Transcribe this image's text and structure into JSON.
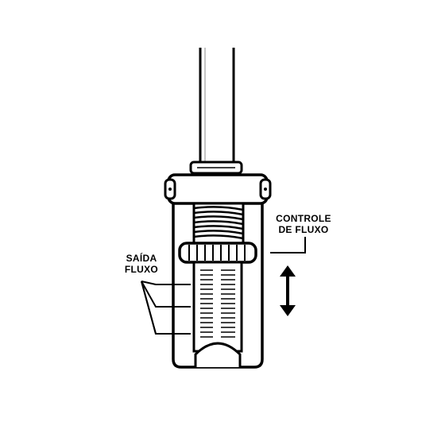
{
  "labels": {
    "controle_line1": "CONTROLE",
    "controle_line2": "DE FLUXO",
    "saida_line1": "SAÍDA",
    "saida_line2": "FLUXO"
  },
  "colors": {
    "ink": "#000000",
    "paper": "#ffffff",
    "shade": "#d0d0d0"
  },
  "icons": {
    "double_arrow": "up-down-arrow-icon"
  }
}
